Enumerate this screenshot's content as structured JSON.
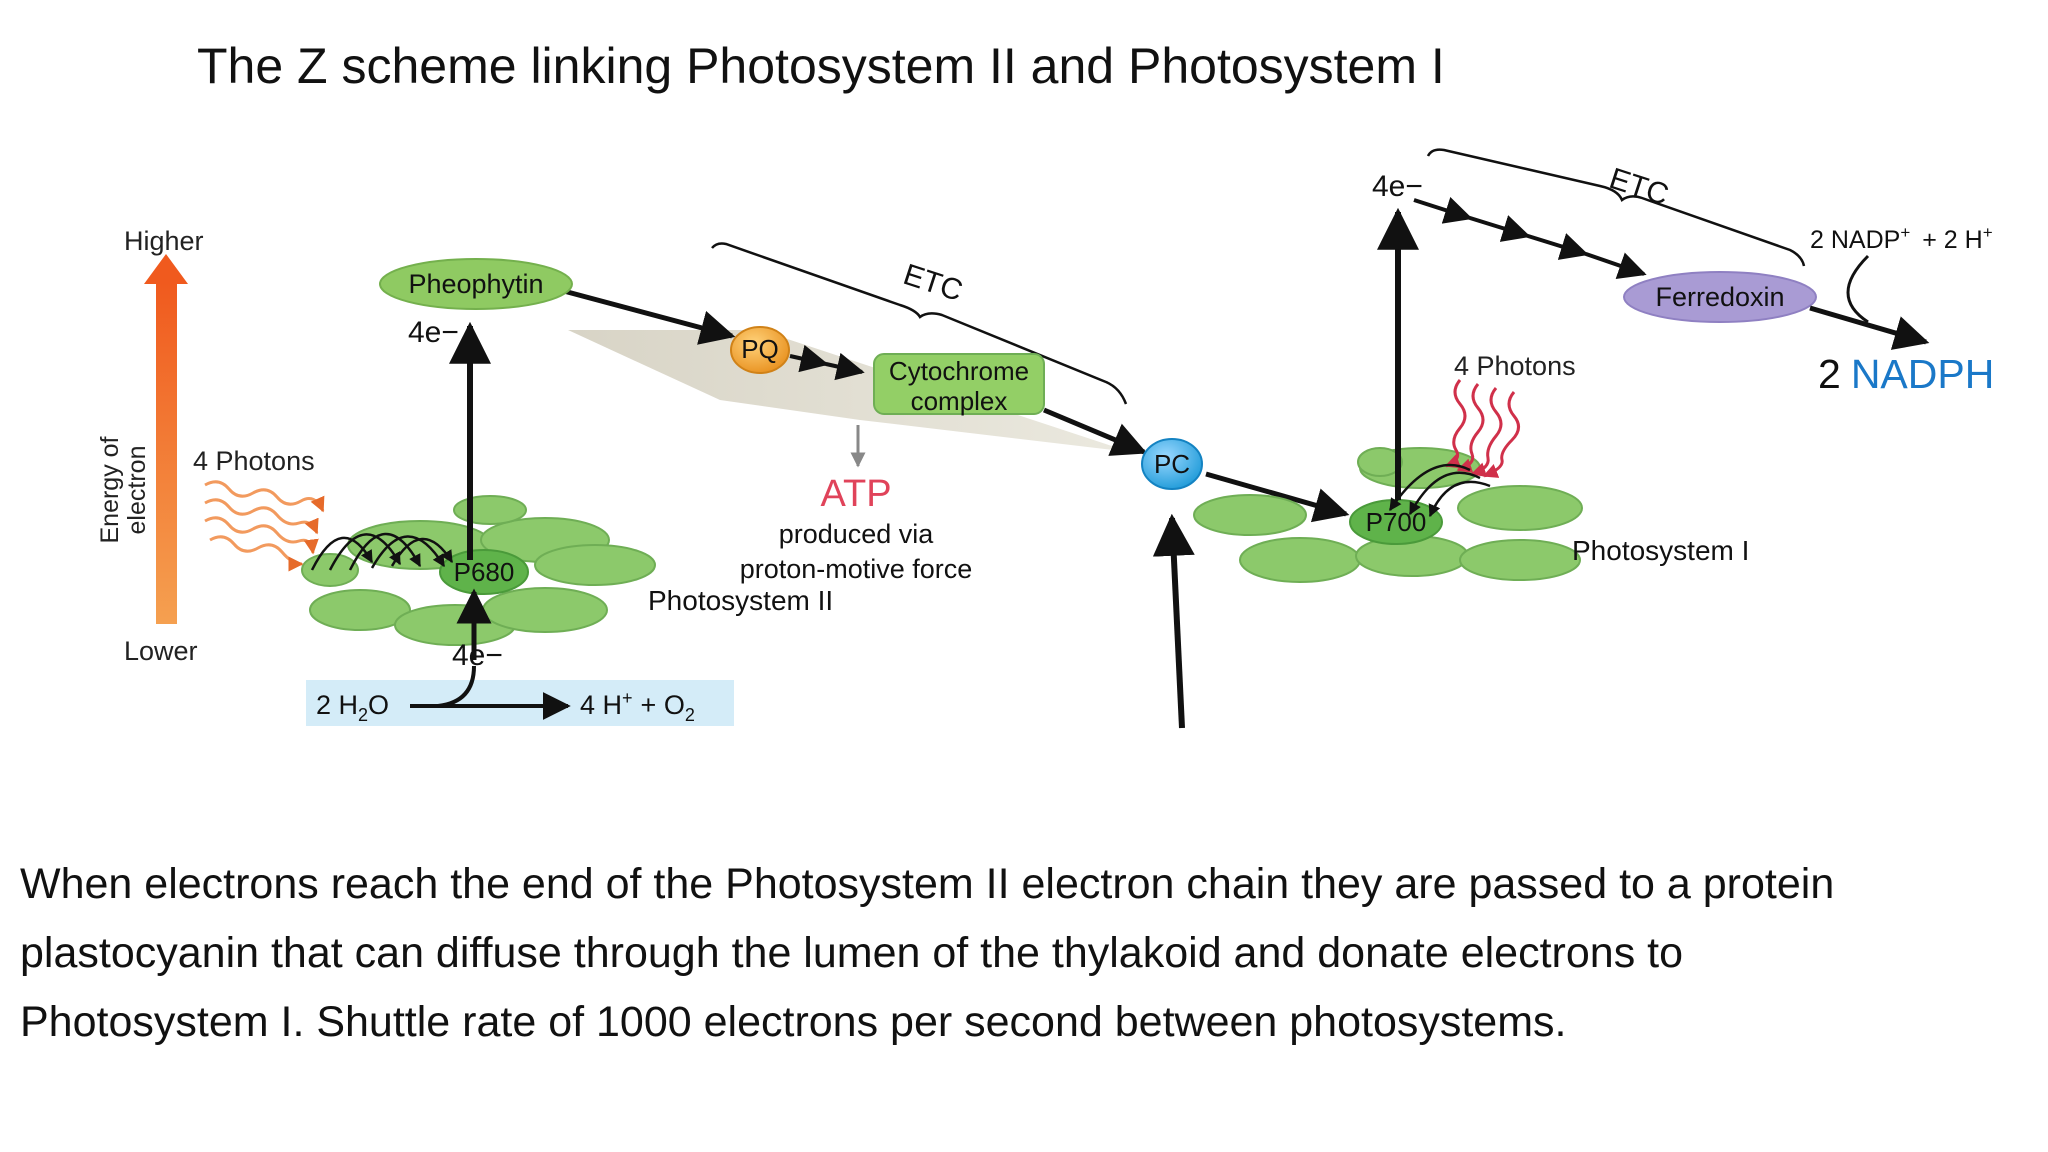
{
  "title": "The Z scheme linking Photosystem II and Photosystem I",
  "axis": {
    "higher": "Higher",
    "lower": "Lower",
    "label_line1": "Energy of",
    "label_line2": "electron"
  },
  "psii": {
    "photons": "4 Photons",
    "p680": "P680",
    "pheophytin": "Pheophytin",
    "electrons_up": "4e−",
    "electrons_in": "4e−",
    "water": "2 H",
    "water_sub": "2",
    "water_end": "O",
    "products": "4 H",
    "products_sup": "+",
    "products_plus": "+  O",
    "products_sub": "2",
    "label": "Photosystem II"
  },
  "etc1": {
    "label": "ETC",
    "pq": "PQ",
    "cytochrome_line1": "Cytochrome",
    "cytochrome_line2": "complex",
    "atp": "ATP",
    "atp_desc_line1": "produced via",
    "atp_desc_line2": "proton-motive force"
  },
  "pc": "PC",
  "psi": {
    "p700": "P700",
    "photons": "4 Photons",
    "electrons": "4e−",
    "label": "Photosystem I"
  },
  "etc2": {
    "label": "ETC",
    "ferredoxin": "Ferredoxin",
    "nadp": "2 NADP",
    "nadp_sup": "+",
    "nadp_plus": "+  2 H",
    "h_sup": "+",
    "nadph_num": "2",
    "nadph_name": "NADPH"
  },
  "colors": {
    "leaf": "#8cc96b",
    "pheophytin": "#8fca62",
    "pq": "#f0a02a",
    "cytochrome": "#93cf66",
    "pc": "#2aa6e6",
    "ferredoxin": "#a99bd4",
    "atp": "#e0435a",
    "nadph": "#1a78c8",
    "water_band": "#d4ecf8",
    "energy_arrow": "#f07a2a"
  },
  "caption": {
    "line1": "When electrons reach the end of the Photosystem II electron chain they are passed to a protein",
    "line2": "plastocyanin that  can diffuse through the lumen of the thylakoid and donate electrons to",
    "line3": "Photosystem I.  Shuttle rate of 1000 electrons per second between photosystems."
  }
}
